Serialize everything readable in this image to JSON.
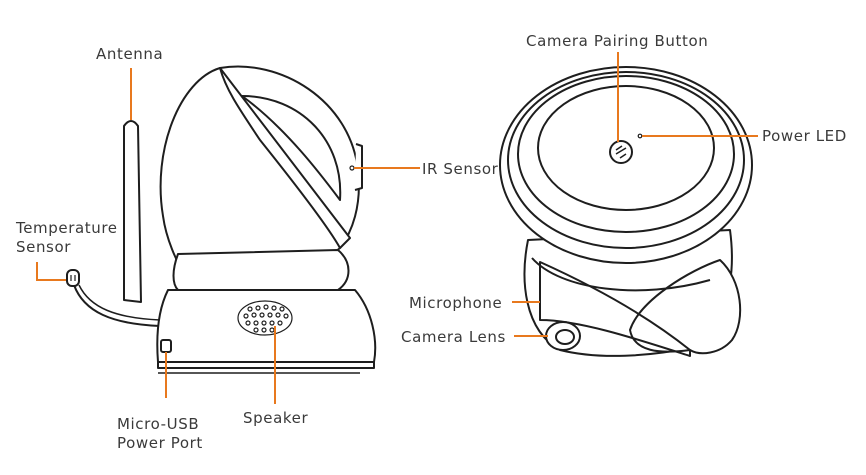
{
  "diagram": {
    "leader_color": "#e8791e",
    "outline_color": "#1e1e1e",
    "labels": {
      "antenna": "Antenna",
      "ir_sensor": "IR Sensor",
      "temperature_sensor_line1": "Temperature",
      "temperature_sensor_line2": "Sensor",
      "micro_usb_line1": "Micro-USB",
      "micro_usb_line2": "Power Port",
      "speaker": "Speaker",
      "camera_pairing_button": "Camera Pairing Button",
      "power_led": "Power LED",
      "microphone": "Microphone",
      "camera_lens": "Camera Lens"
    }
  }
}
